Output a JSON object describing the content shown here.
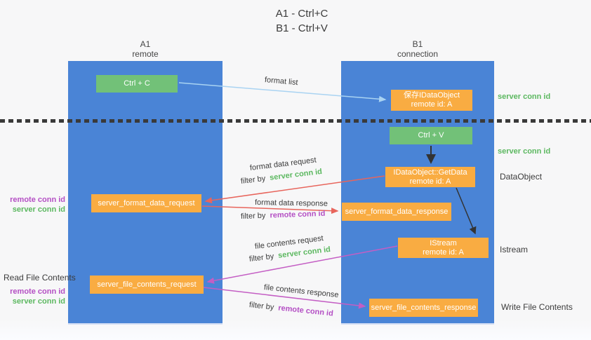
{
  "title": {
    "line1": "A1 - Ctrl+C",
    "line2": "B1 - Ctrl+V"
  },
  "columns": {
    "left": {
      "name": "A1",
      "subtitle": "remote"
    },
    "right": {
      "name": "B1",
      "subtitle": "connection"
    }
  },
  "nodes": {
    "ctrl_c": "Ctrl + C",
    "save_dataobject": {
      "line1": "保存IDataObject",
      "line2": "remote id: A"
    },
    "ctrl_v": "Ctrl + V",
    "getdata": {
      "line1": "IDataObject::GetData",
      "line2": "remote id: A"
    },
    "format_request": "server_format_data_request",
    "format_response": "server_format_data_response",
    "istream": {
      "line1": "IStream",
      "line2": "remote id: A"
    },
    "file_request": "server_file_contents_request",
    "file_response": "server_file_contents_response"
  },
  "edge_labels": {
    "format_list": "format list",
    "format_data_request": "format data request",
    "format_data_response": "format data response",
    "file_contents_request": "file contents request",
    "file_contents_response": "file contents response",
    "filter_by": "filter by",
    "server_conn_id": "server conn id",
    "remote_conn_id": "remote conn id"
  },
  "side_labels": {
    "server_conn_id_top": "server conn id",
    "server_conn_id_mid": "server conn id",
    "dataobject": "DataObject",
    "istream": "Istream",
    "write_file_contents": "Write File Contents",
    "read_file_contents": "Read File Contents",
    "remote_conn_id": "remote conn id",
    "server_conn_id": "server conn id"
  },
  "colors": {
    "column_blue": "#4a84d6",
    "node_green": "#72c178",
    "node_orange": "#f9ac42",
    "arrow_red": "#e8655c",
    "arrow_purple": "#c45ec4",
    "arrow_light_blue": "#a9d3f2",
    "arrow_black": "#333333",
    "label_green": "#5cb860",
    "label_purple": "#b44fc4"
  }
}
